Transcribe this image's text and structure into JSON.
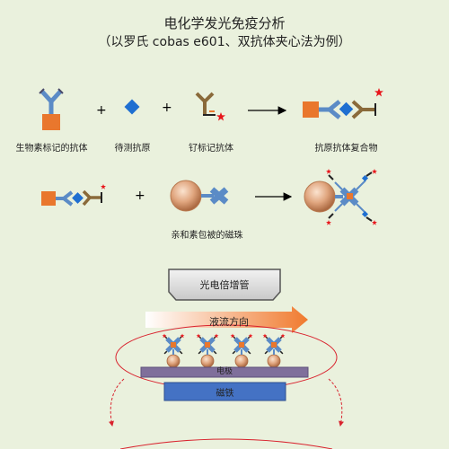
{
  "title": {
    "line1": "电化学发光免疫分析",
    "line2": "（以罗氏 cobas e601、双抗体夹心法为例）"
  },
  "labels": {
    "biotin_antibody": "生物素标记的抗体",
    "antigen": "待测抗原",
    "ruthenium_antibody": "钌标记抗体",
    "complex": "抗原抗体复合物",
    "bead": "亲和素包被的磁珠"
  },
  "operators": {
    "plus": "+"
  },
  "detection": {
    "pmt": "光电倍增管",
    "flow": "液流方向",
    "electrode": "电极",
    "magnet": "磁铁"
  },
  "colors": {
    "background": "#eaf1dd",
    "antibody_blue": "#5b8bc6",
    "antigen_blue": "#1f6fd1",
    "biotin_orange": "#e9772d",
    "ruthenium_red": "#e8151b",
    "magnet_blue": "#4472c4",
    "electrode_purple": "#7f6f9b",
    "ellipse_red": "#d9232e"
  }
}
